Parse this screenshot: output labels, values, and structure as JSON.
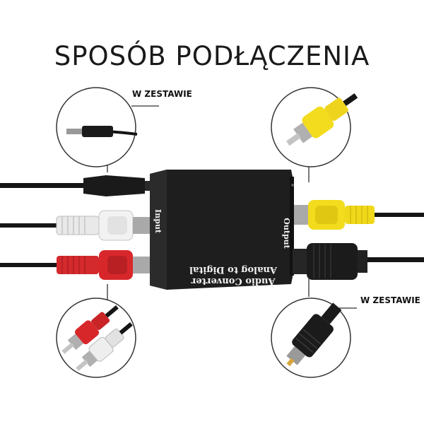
{
  "title": "SPOSÓB PODŁĄCZENIA",
  "tags": {
    "top_left": "W ZESTAWIE",
    "bottom_right": "W ZESTAWIE"
  },
  "device": {
    "line1": "Analog to Digital",
    "line2": "Audio Converter",
    "input_label": "Input",
    "output_label": "Output"
  },
  "colors": {
    "device": "#1e1e1e",
    "cable": "#151515",
    "rca_white": "#f0f0f0",
    "rca_red": "#d8272b",
    "rca_yellow": "#f2dc1d",
    "toslink": "#1b1b1b"
  }
}
